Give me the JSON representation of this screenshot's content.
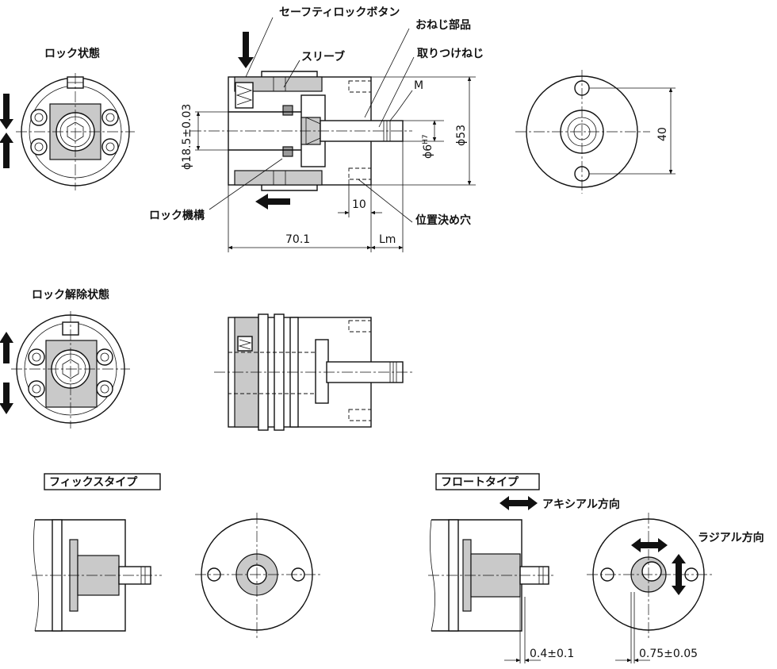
{
  "labels": {
    "safety_lock_button": "セーフティロックボタン",
    "screw_part": "おねじ部品",
    "mounting_screw": "取りつけねじ",
    "sleeve": "スリーブ",
    "thread_m": "M",
    "locked_state": "ロック状態",
    "lock_mechanism": "ロック機構",
    "positioning_hole": "位置決め穴",
    "unlocked_state": "ロック解除状態",
    "fixed_type": "フィックスタイプ",
    "float_type": "フロートタイプ",
    "axial_direction": "アキシアル方向",
    "radial_direction": "ラジアル方向"
  },
  "dimensions": {
    "bore_dia": "ϕ18.5±0.03",
    "shaft_dia_prefix": "ϕ6",
    "shaft_dia_tol": "H7",
    "outer_dia": "ϕ53",
    "hole_pitch": "40",
    "hole_depth": "10",
    "length": "70.1",
    "shaft_length": "Lm",
    "axial_float": "0.4±0.1",
    "radial_float": "0.75±0.05"
  },
  "colors": {
    "line": "#111111",
    "part_fill": "#c9c9c9",
    "dark_fill": "#9a9a9a",
    "background": "#ffffff"
  }
}
